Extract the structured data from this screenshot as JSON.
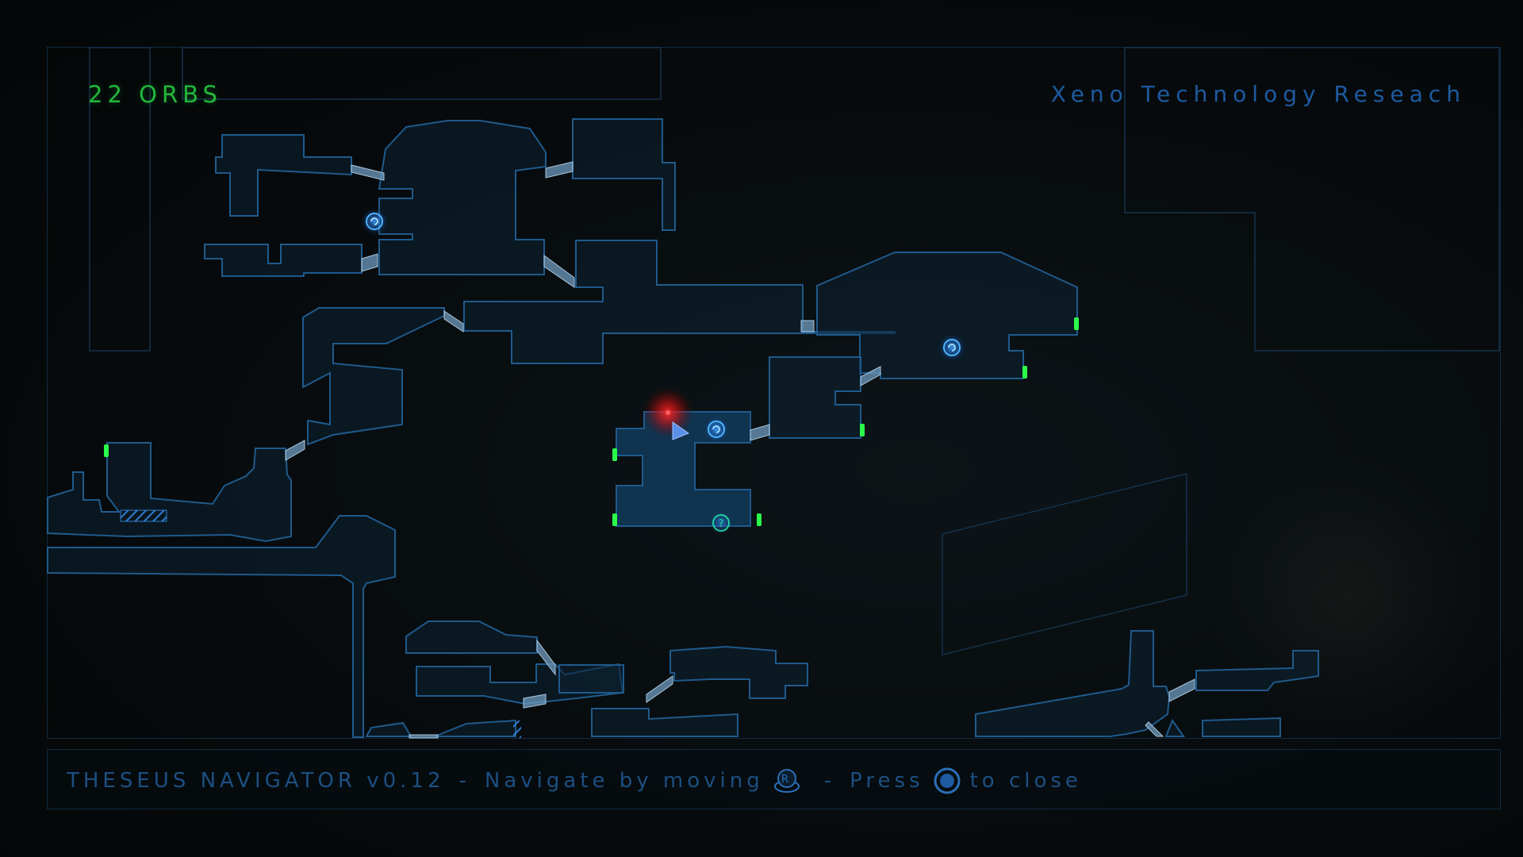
{
  "hud": {
    "orb_count": "22 ORBS",
    "area_name": "Xeno Technology Reseach"
  },
  "footer": {
    "app_version": "THESEUS NAVIGATOR v0.12",
    "separator": "-",
    "navigate_text": "Navigate by moving",
    "navigate_button": "R",
    "press_text": "Press",
    "close_text": "to close"
  },
  "map": {
    "room_fill": "#0d2233",
    "room_stroke": "#1f5a8c",
    "current_room_fill": "#123a5a",
    "door_color": "#7aa7c7",
    "exit_marker_color": "#2aff4a",
    "orb_marker_color": "#1e90ff",
    "unknown_marker_color": "#1fd0a0",
    "player_marker_color": "#ff2020",
    "markers": [
      {
        "type": "orb-icon"
      },
      {
        "type": "orb-icon"
      },
      {
        "type": "orb-icon"
      },
      {
        "type": "unknown-icon",
        "label": "?"
      }
    ]
  },
  "colors": {
    "orb_count": "#22b83a",
    "area_name": "#1e5aa0",
    "footer_text": "#1c4f82"
  }
}
